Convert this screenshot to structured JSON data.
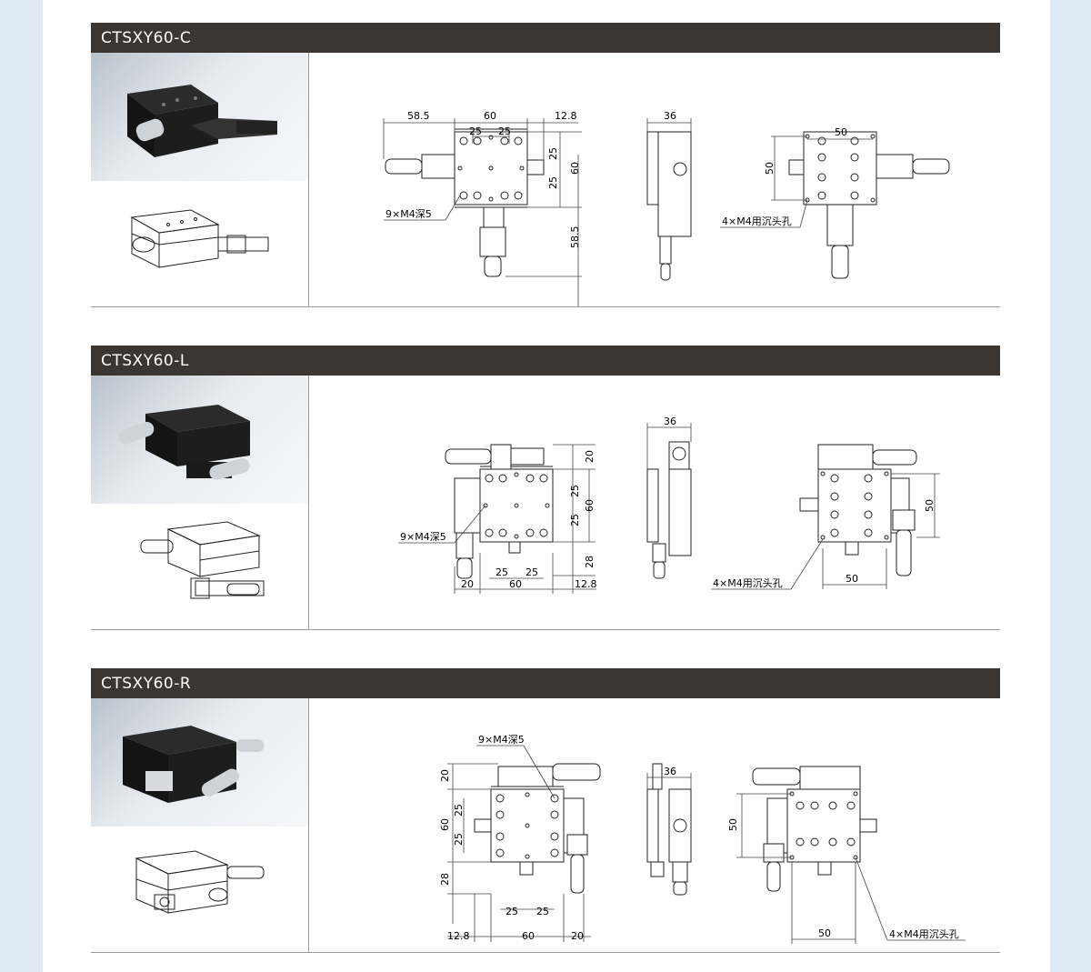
{
  "sections": [
    {
      "model": "CTSXY60-C",
      "top_view": {
        "left_overhang": "58.5",
        "width": "60",
        "right_overhang": "12.8",
        "hole_pitch_1": "25",
        "hole_pitch_2": "25",
        "vpitch_1": "25",
        "vpitch_2": "25",
        "height": "60",
        "bottom_overhang": "58.5",
        "hole_note": "9×M4深5"
      },
      "side_view": {
        "thickness": "36"
      },
      "bottom_view": {
        "mount_spacing_h": "50",
        "mount_spacing_v": "50",
        "mount_note": "4×M4用沉头孔"
      }
    },
    {
      "model": "CTSXY60-L",
      "top_view": {
        "top_overhang": "20",
        "vpitch_1": "25",
        "vpitch_2": "25",
        "height": "60",
        "bottom_overhang": "28",
        "hole_pitch_1": "25",
        "hole_pitch_2": "25",
        "left_overhang": "20",
        "width": "60",
        "right_overhang": "12.8",
        "hole_note": "9×M4深5"
      },
      "side_view": {
        "thickness": "36"
      },
      "bottom_view": {
        "mount_spacing_v": "50",
        "mount_spacing_h": "50",
        "mount_note": "4×M4用沉头孔"
      }
    },
    {
      "model": "CTSXY60-R",
      "top_view": {
        "hole_note": "9×M4深5",
        "top_overhang": "20",
        "vpitch_1": "25",
        "vpitch_2": "25",
        "height": "60",
        "bottom_overhang": "28",
        "hole_pitch_1": "25",
        "hole_pitch_2": "25",
        "left_overhang": "12.8",
        "width": "60",
        "right_overhang": "20"
      },
      "side_view": {
        "thickness": "36"
      },
      "bottom_view": {
        "mount_spacing_v": "50",
        "mount_spacing_h": "50",
        "mount_note": "4×M4用沉头孔"
      }
    }
  ],
  "colors": {
    "title_bar": "#3c3632",
    "side_panel": "#dfe9f4",
    "stage_body": "#1e1e1e"
  }
}
